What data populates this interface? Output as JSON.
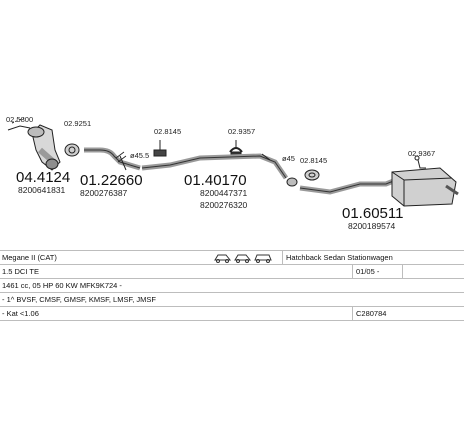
{
  "parts": {
    "p1": {
      "number": "04.4124",
      "ref": "8200641831",
      "detail": "02.5800"
    },
    "p2": {
      "number": "01.22660",
      "ref": "8200276387",
      "detail": "02.9251",
      "dia": "ø45.5"
    },
    "p3": {
      "number": "01.40170",
      "ref": "8200447371",
      "ref2": "8200276320",
      "detail1": "02.8145",
      "detail2": "02.9357"
    },
    "p4": {
      "number": "01.60511",
      "ref": "8200189574",
      "detail1": "02.8145",
      "detail2": "02.9367",
      "dia": "ø45"
    }
  },
  "table": {
    "model": "Megane II (CAT)",
    "body": "Hatchback Sedan Stationwagen",
    "engine": "1.5 DCI TE",
    "years": "01/05 -",
    "spec": "1461 cc, 05 HP 60 KW MFK9K724 -",
    "codes": "- 1^ BVSF, CMSF, GMSF, KMSF, LMSF, JMSF",
    "kat": "- Kat <1.06",
    "catalog": "C280784"
  }
}
